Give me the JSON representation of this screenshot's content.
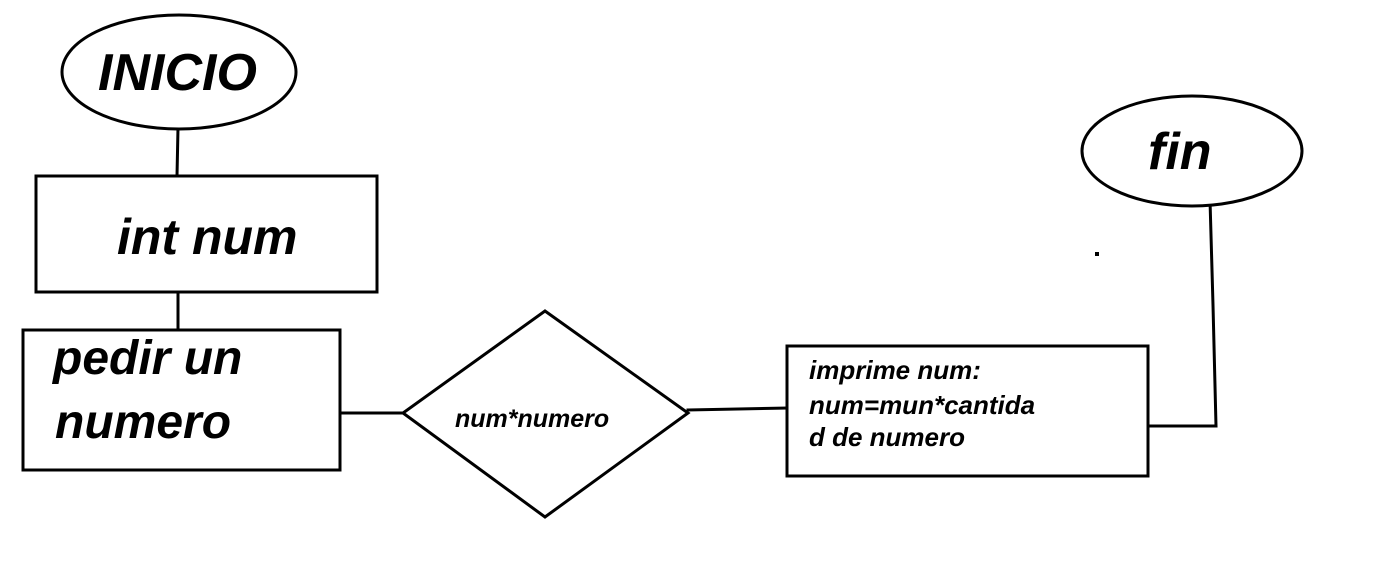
{
  "nodes": {
    "start": {
      "label": "INICIO"
    },
    "declare": {
      "label": "int num"
    },
    "input": {
      "lines": [
        "pedir un",
        "numero"
      ]
    },
    "decision": {
      "label": "num*numero"
    },
    "output": {
      "lines": [
        "imprime num:",
        "num=mun*cantida",
        "d de numero"
      ]
    },
    "end": {
      "label": "fin"
    }
  }
}
